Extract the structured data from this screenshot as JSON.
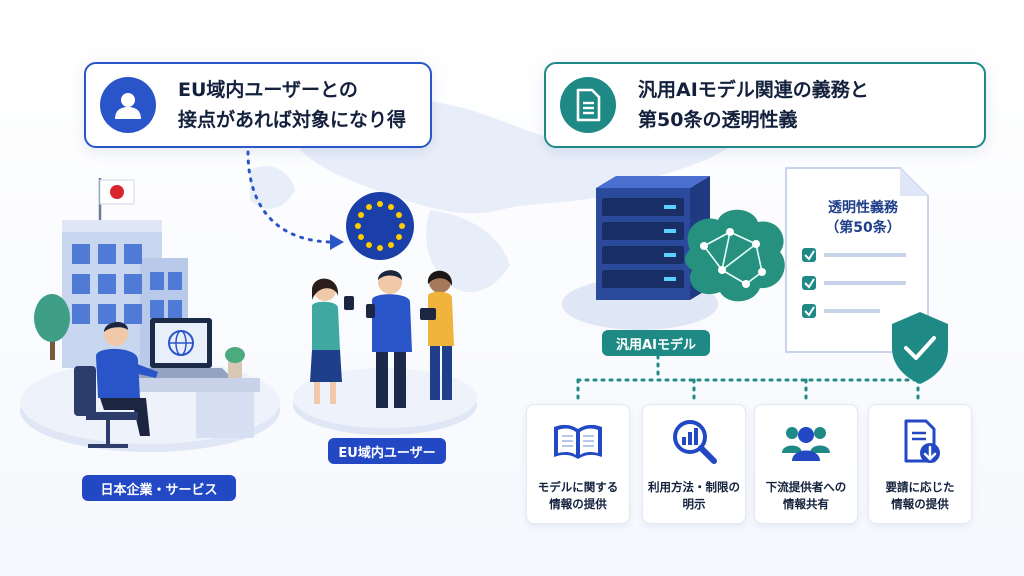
{
  "callouts": {
    "left": {
      "line1": "EU域内ユーザーとの",
      "line2": "接点があれば対象になり得"
    },
    "right": {
      "line1": "汎用AIモデル関連の義務と",
      "line2": "第50条の透明性義"
    }
  },
  "labels": {
    "company": "日本企業・サービス",
    "eu_users": "EU域内ユーザー",
    "ai_model": "汎用AIモデル"
  },
  "document": {
    "line1": "透明性義務",
    "line2": "（第50条）"
  },
  "cards": [
    {
      "line1": "モデルに関する",
      "line2": "情報の提供",
      "icon": "open-book-icon"
    },
    {
      "line1": "利用方法・制限の",
      "line2": "明示",
      "icon": "magnifier-chart-icon"
    },
    {
      "line1": "下流提供者への",
      "line2": "情報共有",
      "icon": "people-group-icon"
    },
    {
      "line1": "要請に応じた",
      "line2": "情報の提供",
      "icon": "document-download-icon"
    }
  ],
  "colors": {
    "primary_blue": "#2348c4",
    "teal": "#1f8a85",
    "eu_blue": "#1a3fa8",
    "eu_star": "#ffcc00"
  }
}
